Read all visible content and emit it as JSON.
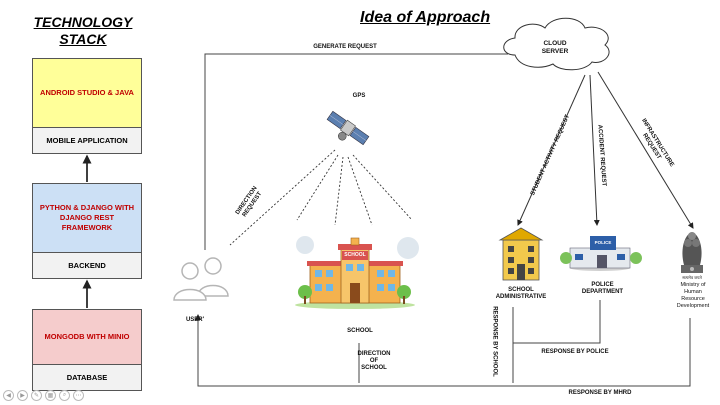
{
  "stack": {
    "title_line1": "TECHNOLOGY",
    "title_line2": "STACK",
    "boxes": [
      {
        "top": "ANDROID STUDIO & JAVA",
        "bottom": "MOBILE APPLICATION",
        "color": "#ffff99"
      },
      {
        "top": "PYTHON & DJANGO WITH DJANGO REST FRAMEWORK",
        "bottom": "BACKEND",
        "color": "#cce0f5"
      },
      {
        "top": "MONGODB WITH MINIO",
        "bottom": "DATABASE",
        "color": "#f5cccc"
      }
    ]
  },
  "diagram": {
    "title": "Idea of Approach",
    "cloud": {
      "line1": "CLOUD",
      "line2": "SERVER"
    },
    "gps": "GPS",
    "user": "USER'",
    "school": "SCHOOL",
    "school_sign": "SCHOOL",
    "school_admin": {
      "line1": "SCHOOL",
      "line2": "ADMINISTRATIVE"
    },
    "police": {
      "line1": "POLICE",
      "line2": "DEPARTMENT"
    },
    "police_sign": "POLICE",
    "ministry": {
      "line1": "Ministry of",
      "line2": "Human",
      "line3": "Resource",
      "line4": "Development"
    },
    "emblem_text": "सत्यमेव जयते",
    "arrows": {
      "generate_request": "GENERATE REQUEST",
      "direction_request": {
        "line1": "DIRECTION",
        "line2": "REQUEST"
      },
      "student_activity_request": "STUDENT ACTIVITY REQUEST",
      "accident_request": "ACCIDENT REQUEST",
      "infrastructure_request": {
        "line1": "INFRASTRUCTURE",
        "line2": "REQUEST"
      },
      "response_by_school": "RESPONSE BY SCHOOL",
      "response_by_police": "RESPONSE BY POLICE",
      "response_by_mhrd": "RESPONSE BY  MHRD",
      "direction_of_school": {
        "line1": "DIRECTION",
        "line2": "OF",
        "line3": "SCHOOL"
      }
    }
  }
}
